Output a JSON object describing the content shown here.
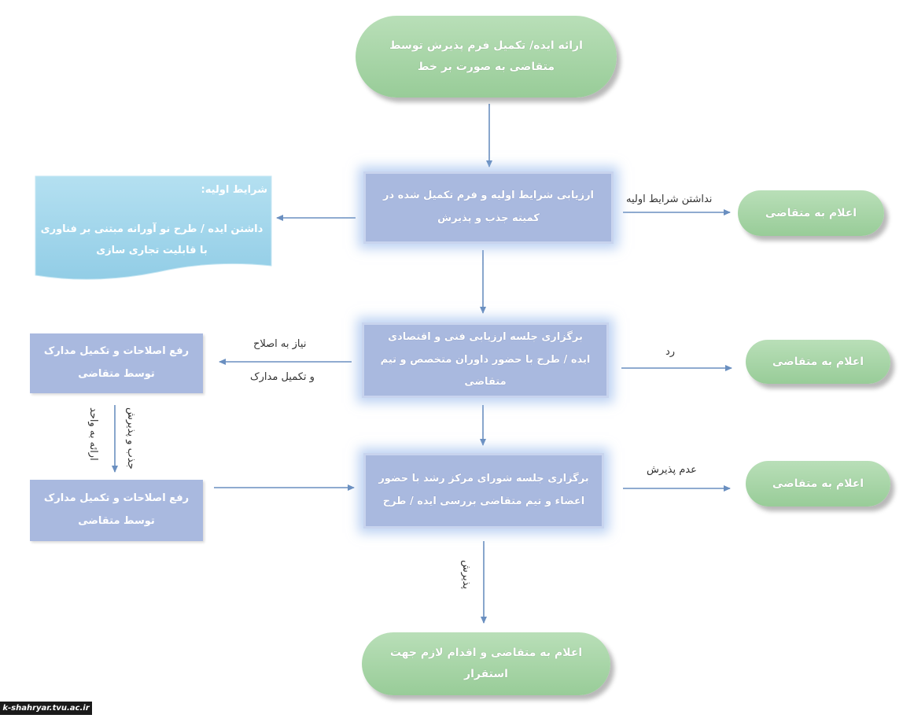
{
  "nodes": {
    "start": "ارائه ایده/ تکمیل فرم پذیرش توسط متقاضی به صورت بر خط",
    "step1": "ارزیابی شرایط اولیه و فرم تکمیل شده در کمیته جذب و پذیرش",
    "conditions_title": "شرایط اولیه:",
    "conditions_body": "داشتن ایده / طرح نو آورانه مبتنی بر فناوری با قابلیت تجاری سازی",
    "notify1": "اعلام به متقاضی",
    "step2": "برگزاری جلسه ارزیابی فنی و اقتصادی ایده / طرح با حضور داوران متخصص و تیم متقاضی",
    "fix1": "رفع اصلاحات و تکمیل مدارک توسط متقاضی",
    "notify2": "اعلام به متقاضی",
    "step3": "برگزاری جلسه شورای مرکز رشد با حضور اعضاء و تیم متقاضی بررسی ایده / طرح",
    "fix2": "رفع اصلاحات و تکمیل مدارک توسط متقاضی",
    "notify3": "اعلام به متقاضی",
    "end": "اعلام به متقاضی و اقدام لازم جهت استقرار"
  },
  "edge_labels": {
    "no_conditions": "نداشتن شرایط اولیه",
    "reject": "رد",
    "needs_fix_line1": "نیاز به اصلاح",
    "needs_fix_line2": "و تکمیل مدارک",
    "submit_line1": "ارائه به واحد",
    "submit_line2": "جذب و پذیرش",
    "not_accepted": "عدم پذیرش",
    "accepted": "پذیرش"
  },
  "watermark": "k-shahryar.tvu.ac.ir",
  "colors": {
    "terminal": "#a6d4a6",
    "process": "#a9b9df",
    "document": "#a4d8ec",
    "arrow": "#6a8fc0"
  }
}
